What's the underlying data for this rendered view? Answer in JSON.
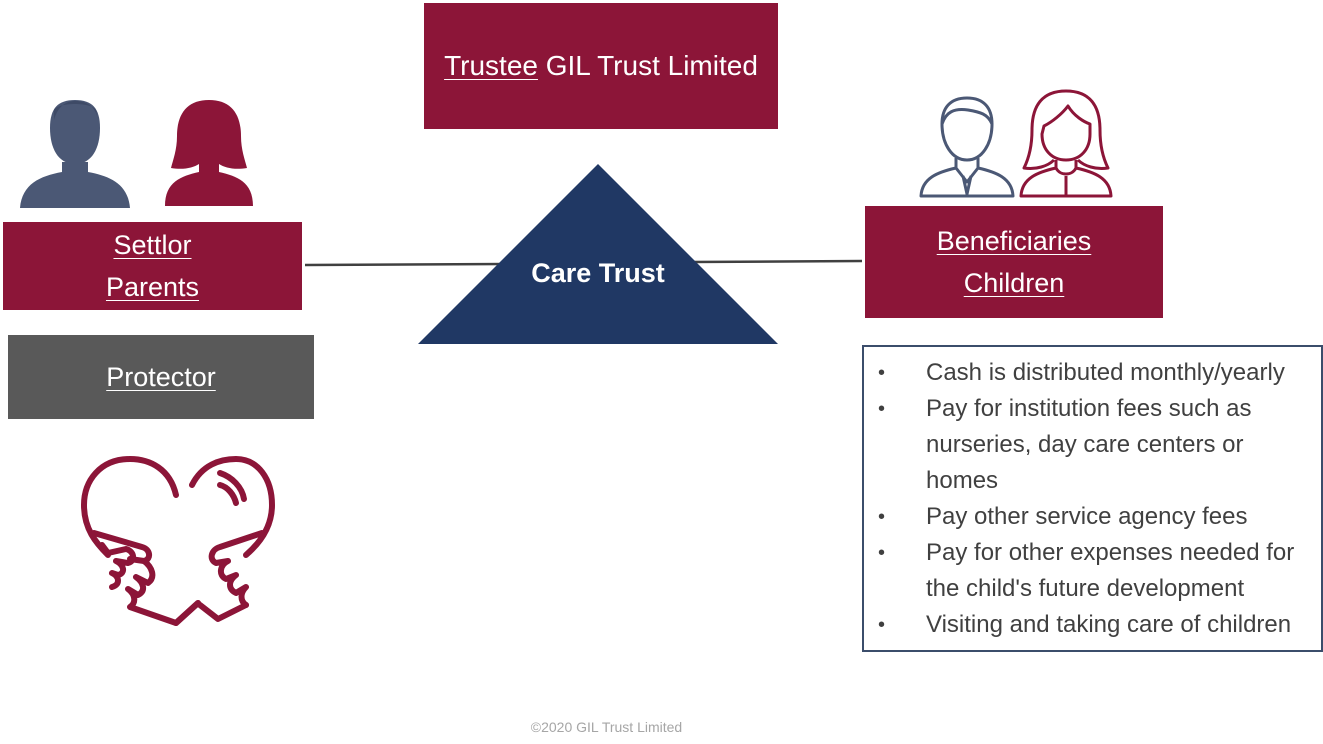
{
  "trustee": {
    "prefix": "Trustee",
    "name": " GIL Trust Limited"
  },
  "settlor": {
    "line1": "Settlor",
    "line2": "Parents"
  },
  "protector": {
    "label": "Protector"
  },
  "center": {
    "label": "Care Trust"
  },
  "beneficiaries": {
    "line1": "Beneficiaries",
    "line2": "Children"
  },
  "duties": [
    "Cash is distributed monthly/yearly",
    "Pay for institution fees such as nurseries, day care centers or homes",
    "Pay other service agency fees",
    "Pay for other expenses needed for the child's future development",
    "Visiting and taking care of children"
  ],
  "bullet_symbol": "•",
  "footer": "©2020 GIL Trust Limited",
  "colors": {
    "maroon": "#8c1538",
    "navy": "#203864",
    "grey": "#595959",
    "slate": "#4b5875"
  },
  "icons": [
    "male-person-icon",
    "female-person-icon",
    "man-outline-icon",
    "woman-outline-icon",
    "heart-handshake-icon"
  ]
}
